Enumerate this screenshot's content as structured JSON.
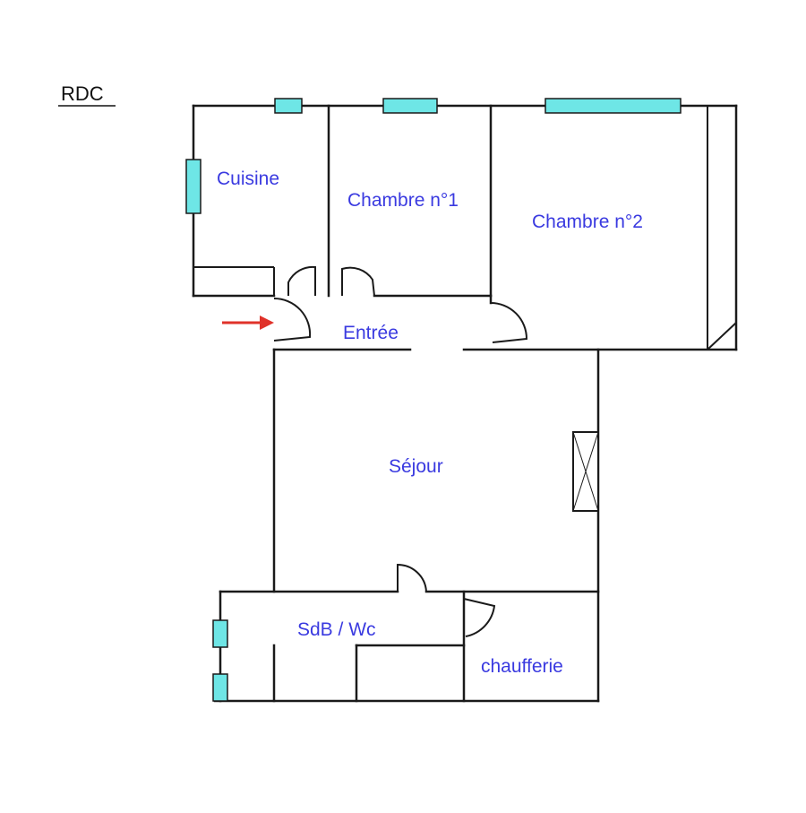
{
  "level": {
    "label": "RDC"
  },
  "rooms": {
    "cuisine": "Cuisine",
    "chambre1": "Chambre n°1",
    "chambre2": "Chambre n°2",
    "entree": "Entrée",
    "sejour": "Séjour",
    "sdb_wc": "SdB / Wc",
    "chaufferie": "chaufferie"
  },
  "colors": {
    "wall": "#1a1a1a",
    "window": "#6ee6e6",
    "label": "#3a3ae0",
    "entry_arrow": "#e0322a"
  }
}
